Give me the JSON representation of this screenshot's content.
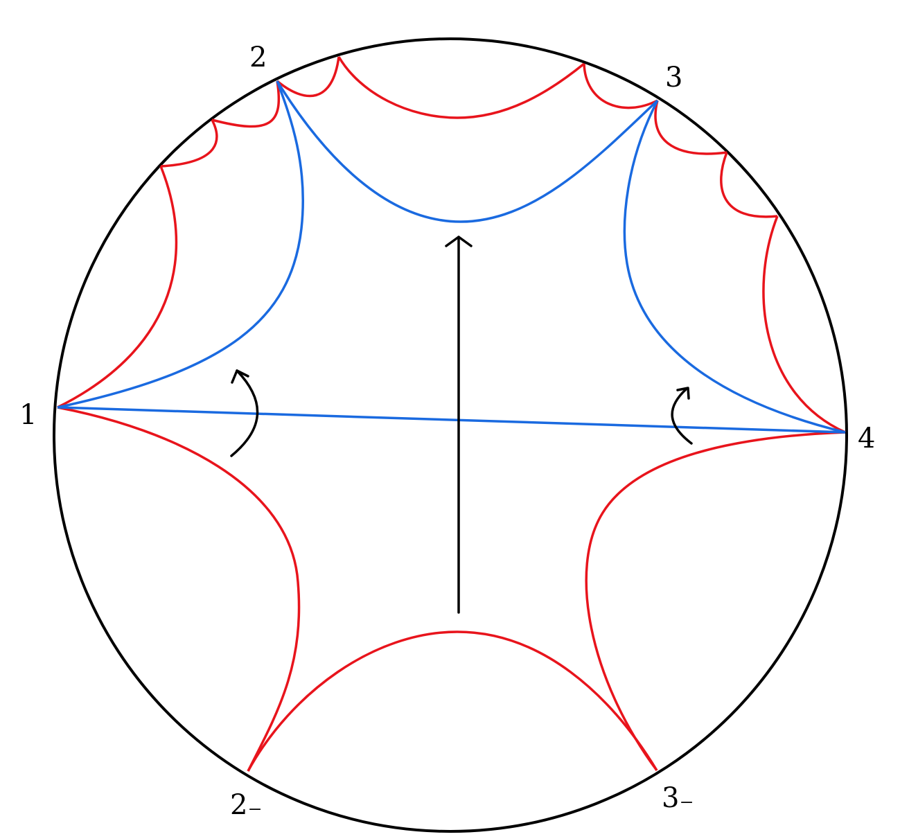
{
  "labels": {
    "p1": "1",
    "p2": "2",
    "p3": "3",
    "p4": "4",
    "p2m": "2₋",
    "p3m": "3₋"
  },
  "colors": {
    "disk": "#000000",
    "red_geodesics": "#e8141c",
    "blue_geodesics": "#1a6ae0",
    "arrows": "#000000"
  }
}
